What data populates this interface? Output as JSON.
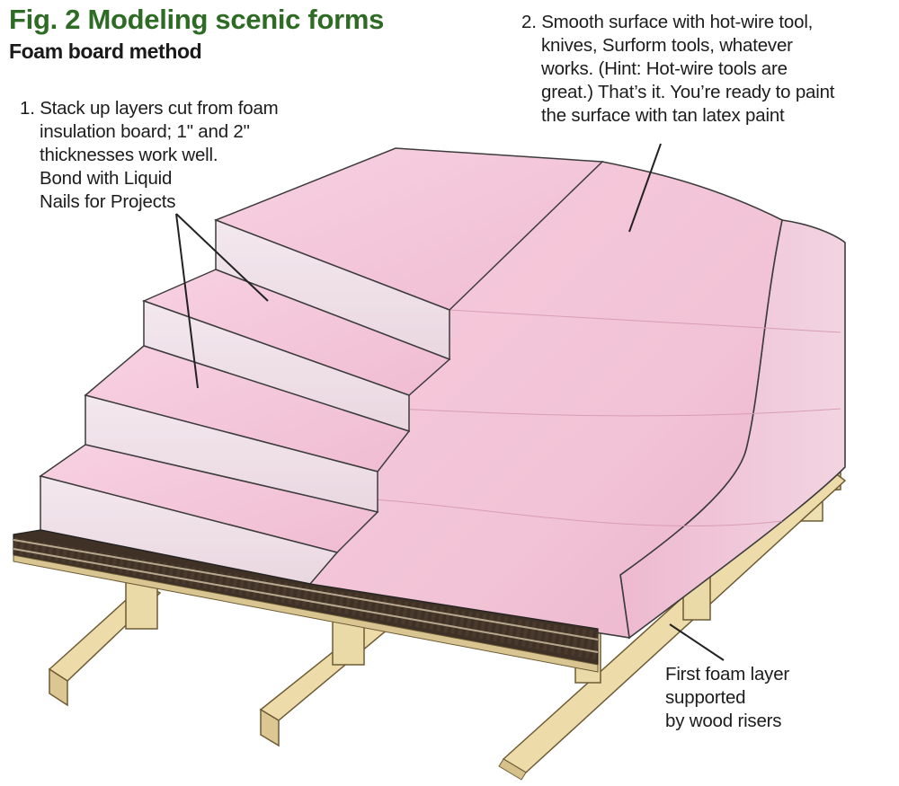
{
  "title": "Fig. 2 Modeling scenic forms",
  "subtitle": "Foam board method",
  "colors": {
    "title_green": "#2e6b24",
    "foam_pink": "#f3c3d6",
    "foam_side": "#f0e4ea",
    "wood": "#ead9a8",
    "track_ties": "#5a4a3a"
  },
  "callouts": {
    "step1": [
      "1. Stack up layers cut from foam",
      "insulation board; 1\" and 2\"",
      "thicknesses work well.",
      "Bond with Liquid",
      "Nails for Projects"
    ],
    "step2": [
      "2. Smooth surface with hot-wire tool,",
      "knives, Surform tools, whatever",
      "works. (Hint: Hot-wire tools are",
      "great.) That’s it. You’re ready to paint",
      "the surface with tan latex paint"
    ],
    "risers": [
      "First foam layer",
      "supported",
      "by wood risers"
    ]
  }
}
